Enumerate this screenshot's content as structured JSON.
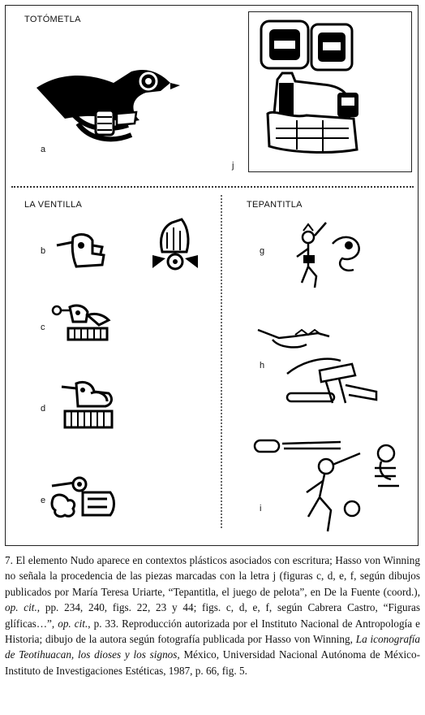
{
  "labels": {
    "totometla": "TOTÓMETLA",
    "la_ventilla": "LA VENTILLA",
    "tepantitla": "TEPANTITLA"
  },
  "panels": {
    "a": "a",
    "b": "b",
    "c": "c",
    "d": "d",
    "e": "e",
    "g": "g",
    "h": "h",
    "i": "i",
    "j": "j"
  },
  "icons": {
    "a": "bird-glyph-icon",
    "j": "stone-sculpture-icon",
    "b": "bird-knot-glyph-icon",
    "b2": "headdress-glyph-icon",
    "c": "bird-knot-glyph-icon",
    "d": "bird-on-base-glyph-icon",
    "e": "bird-head-glyph-icon",
    "g": "ballplayer-figure-icon",
    "h": "ball-stick-glyph-icon",
    "i": "ballplayer-figure-icon"
  },
  "caption": {
    "p1": "7. El elemento Nudo aparece en contextos plásticos asociados con escritura; Hasso von Winning no señala la procedencia de las piezas marcadas con la letra j (figuras c, d, e, f, según dibujos publicados por María Teresa Uriarte, “Tepantitla, el juego de pelota”, en De la Fuente (coord.), ",
    "i1": "op. cit.",
    "p2": ", pp. 234, 240, figs. 22, 23 y 44; figs. c, d, e, f, según Cabrera Castro, “Figuras glíficas…”, ",
    "i2": "op. cit.",
    "p3": ", p. 33. Reproducción autorizada por el Instituto Nacional de Antropología e Historia; dibujo de la autora según fotografía publicada por Hasso von Winning, ",
    "i3": "La iconografía de Teotihuacan, los dioses y los signos,",
    "p4": " México, Universidad Nacional Autónoma de México-Instituto de Investigaciones Estéticas, 1987, p. 66, fig. 5."
  }
}
